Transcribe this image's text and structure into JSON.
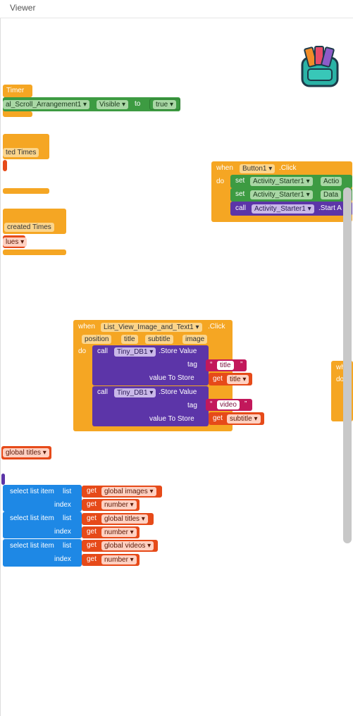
{
  "header": {
    "title": "Viewer"
  },
  "blocks": {
    "timer_event": "Timer",
    "set_scroll_target": "al_Scroll_Arrangement1",
    "set_scroll_prop": "Visible",
    "to_kw": "to",
    "true_value": "true",
    "frag_created_times_1": "ted Times",
    "frag_created_times_2": "created Times",
    "frag_values": "lues",
    "btn_when": "when",
    "btn_component": "Button1",
    "btn_event": ".Click",
    "btn_do": "do",
    "set_kw": "set",
    "call_kw": "call",
    "activity_comp": "Activity_Starter1",
    "activity_prop_1": "Actio",
    "activity_prop_2": "Data",
    "activity_method": ".Start A",
    "lv_when": "when",
    "lv_component": "List_View_Image_and_Text1",
    "lv_event": ".Click",
    "lv_params": [
      "position",
      "title",
      "subtitle",
      "image"
    ],
    "lv_do": "do",
    "tinydb_comp": "Tiny_DB1",
    "tinydb_method": ".Store Value",
    "tag_label": "tag",
    "value_to_store_label": "value To Store",
    "tag_1": "title",
    "tag_2": "video",
    "get_kw": "get",
    "get_1": "title",
    "get_2": "subtitle",
    "partial_when": "wh",
    "partial_do": "do",
    "global_titles_top": "global titles",
    "select_list_item": "select list item",
    "list_label": "list",
    "index_label": "index",
    "get_global_images": "global images",
    "get_global_titles": "global titles",
    "get_global_videos": "global videos",
    "get_number": "number"
  },
  "colors": {
    "event_orange": "#f5a623",
    "property_green": "#3d9b42",
    "component_purple": "#5c35a8",
    "text_pink": "#c2185b",
    "variable_red": "#e64a19",
    "list_blue": "#1e88e5"
  },
  "icons": [
    "backpack-icon",
    "dropdown-arrow-icon"
  ]
}
